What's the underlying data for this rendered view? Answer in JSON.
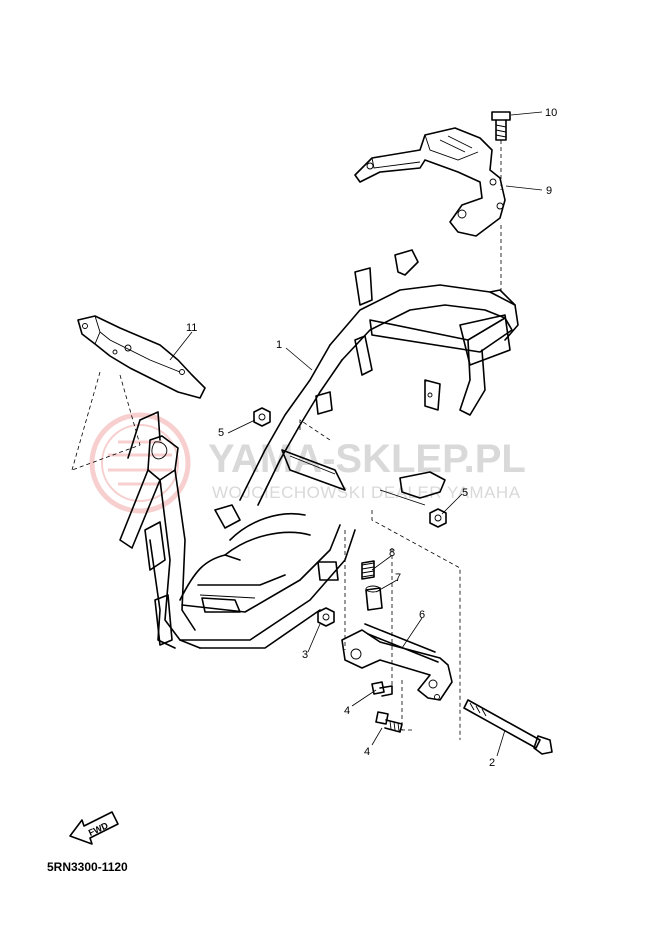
{
  "diagram": {
    "part_code": "5RN3300-1120",
    "watermark": {
      "main": "YAMA-SKLEP.PL",
      "sub": "WOJCIECHOWSKI DEALER YAMAHA"
    },
    "fwd_label": "FWD",
    "callouts": [
      "1",
      "2",
      "3",
      "4",
      "4",
      "5",
      "5",
      "6",
      "7",
      "8",
      "9",
      "10",
      "11"
    ]
  }
}
